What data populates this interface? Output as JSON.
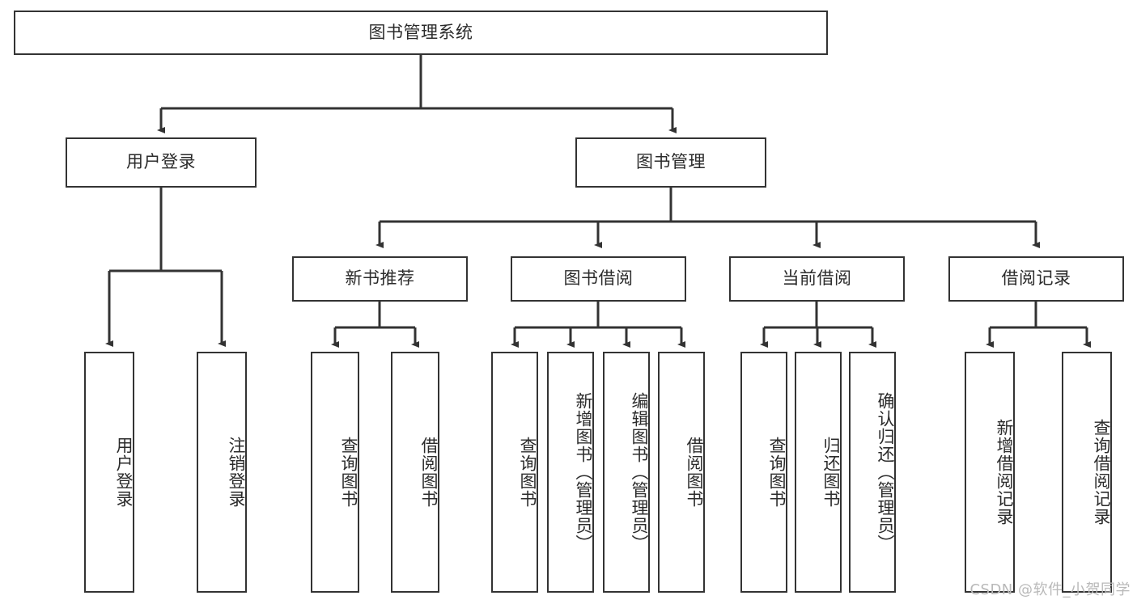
{
  "diagram": {
    "type": "tree-hierarchy-chart",
    "title": "图书管理系统",
    "watermark": "CSDN @软件_小贺同学",
    "colors": {
      "stroke": "#333333",
      "fill": "#ffffff",
      "text": "#2b2b2b",
      "watermark": "#b9b9b9"
    },
    "nodes": {
      "root": {
        "label": "图书管理系统",
        "level": 1
      },
      "l2": [
        {
          "id": "user-login",
          "label": "用户登录",
          "level": 2
        },
        {
          "id": "book-management",
          "label": "图书管理",
          "level": 2
        }
      ],
      "l3": [
        {
          "id": "new-book-recommend",
          "label": "新书推荐",
          "level": 3,
          "parent": "book-management"
        },
        {
          "id": "book-borrow",
          "label": "图书借阅",
          "level": 3,
          "parent": "book-management"
        },
        {
          "id": "current-borrow",
          "label": "当前借阅",
          "level": 3,
          "parent": "book-management"
        },
        {
          "id": "borrow-record",
          "label": "借阅记录",
          "level": 3,
          "parent": "book-management"
        }
      ],
      "leaves": [
        {
          "id": "leaf-user-login",
          "label": "用户登录",
          "parent": "user-login"
        },
        {
          "id": "leaf-logout-login",
          "label": "注销登录",
          "parent": "user-login"
        },
        {
          "id": "leaf-query-book-1",
          "label": "查询图书",
          "parent": "new-book-recommend"
        },
        {
          "id": "leaf-borrow-book-1",
          "label": "借阅图书",
          "parent": "new-book-recommend"
        },
        {
          "id": "leaf-query-book-2",
          "label": "查询图书",
          "parent": "book-borrow"
        },
        {
          "id": "leaf-add-book",
          "label": "新增图书（管理员）",
          "parent": "book-borrow"
        },
        {
          "id": "leaf-edit-book",
          "label": "编辑图书（管理员）",
          "parent": "book-borrow"
        },
        {
          "id": "leaf-borrow-book-2",
          "label": "借阅图书",
          "parent": "book-borrow"
        },
        {
          "id": "leaf-query-book-3",
          "label": "查询图书",
          "parent": "current-borrow"
        },
        {
          "id": "leaf-return-book",
          "label": "归还图书",
          "parent": "current-borrow"
        },
        {
          "id": "leaf-confirm-return",
          "label": "确认归还（管理员）",
          "parent": "current-borrow"
        },
        {
          "id": "leaf-add-record",
          "label": "新增借阅记录",
          "parent": "borrow-record"
        },
        {
          "id": "leaf-query-record",
          "label": "查询借阅记录",
          "parent": "borrow-record"
        }
      ]
    }
  }
}
